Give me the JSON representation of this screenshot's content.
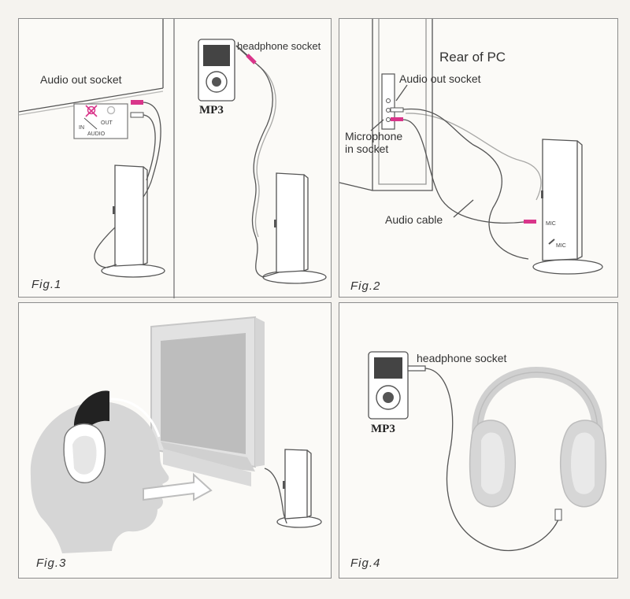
{
  "fig1": {
    "caption": "Fig.1",
    "audio_out_label": "Audio out socket",
    "in_label": "IN",
    "out_label": "OUT",
    "audio_label": "AUDIO",
    "headphone_label": "headphone socket",
    "mp3_label": "MP3"
  },
  "fig2": {
    "caption": "Fig.2",
    "rear_label": "Rear of PC",
    "audio_out_label": "Audio out socket",
    "mic_in_label_line1": "Microphone",
    "mic_in_label_line2": "in socket",
    "audio_cable_label": "Audio cable",
    "mic_label_1": "MIC",
    "mic_label_2": "MIC"
  },
  "fig3": {
    "caption": "Fig.3"
  },
  "fig4": {
    "caption": "Fig.4",
    "headphone_label": "headphone socket",
    "mp3_label": "MP3"
  },
  "colors": {
    "accent": "#d9358a",
    "line": "#555555",
    "grey": "#cfcfcf"
  }
}
